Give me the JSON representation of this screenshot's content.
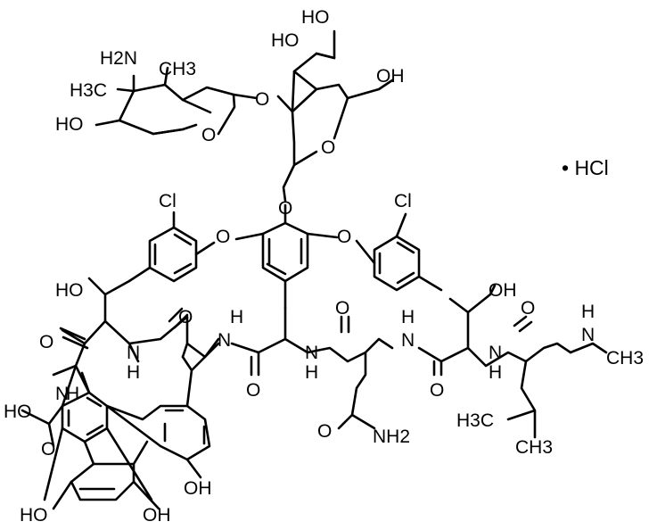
{
  "salt_label": "• HCl",
  "atom_labels": {
    "amine": "H2N",
    "methyl_a": "H3C",
    "methyl_b": "CH3",
    "sugar1_oh": "HO",
    "sugar1_ring_o": "O",
    "glycosidic_o": "O",
    "sugar2_oh_top": "HO",
    "sugar2_oh_left": "HO",
    "sugar2_ch2oh": "OH",
    "sugar2_ring_o": "O",
    "aryl_ether_o": "O",
    "cl_left": "Cl",
    "cl_right": "Cl",
    "ether_left": "O",
    "ether_right": "O",
    "hydroxyl_left": "HO",
    "hydroxyl_right": "OH",
    "carbonyl_o_1": "O",
    "carbonyl_o_2": "O",
    "carbonyl_o_3": "O",
    "carbonyl_o_4": "O",
    "carbonyl_o_5": "O",
    "carbonyl_o_6": "O",
    "carbonyl_o_7": "O",
    "nh_1": "N",
    "nh_1_h": "H",
    "nh_2": "N",
    "nh_2_h": "H",
    "nh_3": "N",
    "nh_3_h": "H",
    "nh_4": "N",
    "nh_4_h": "H",
    "nh_5": "N",
    "nh_5_h": "H",
    "nh_6": "N",
    "nh_6_h": "H",
    "nh_methyl": "N",
    "nh_methyl_h": "H",
    "n_methyl": "CH3",
    "carboxyl_oh": "HO",
    "carboxyl_o": "O",
    "amide_nh2": "NH2",
    "phenol_oh_a": "HO",
    "phenol_oh_b": "OH",
    "phenol_oh_c": "OH",
    "leucine_methyl_a": "H3C",
    "leucine_methyl_b": "CH3"
  }
}
